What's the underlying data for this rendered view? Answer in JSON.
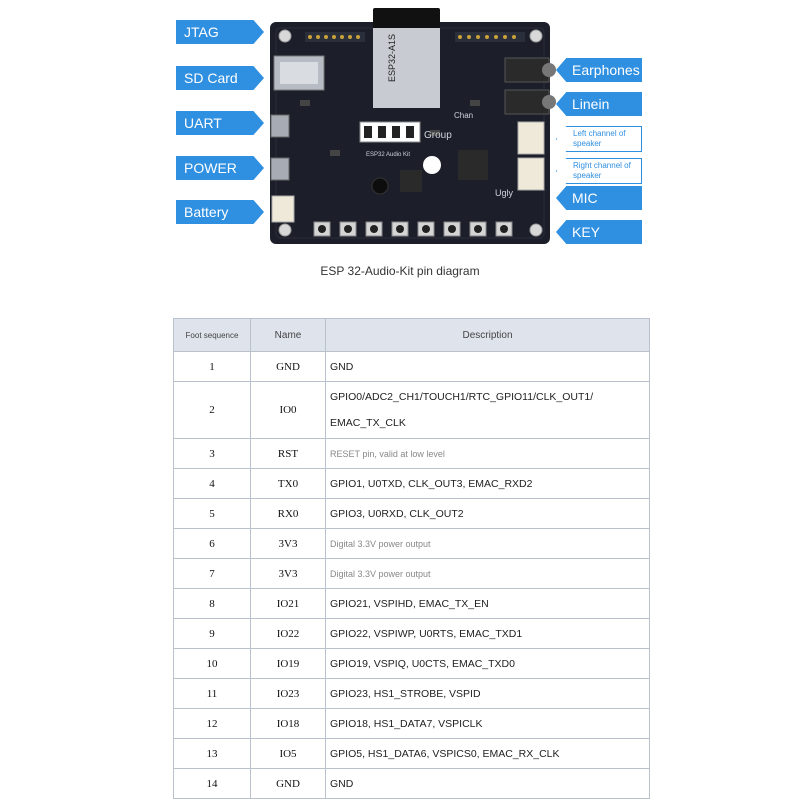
{
  "diagram": {
    "callouts_left": [
      "JTAG",
      "SD Card",
      "UART",
      "POWER",
      "Battery"
    ],
    "callouts_right": [
      "Earphones",
      "Linein",
      "Left channel of speaker",
      "Right channel of speaker",
      "MIC",
      "KEY"
    ],
    "board": {
      "module_text": "ESP32-A1S",
      "board_label": "ESP32 Audio Kit",
      "silk_chan": "Chan",
      "silk_group": "Group",
      "silk_ugly": "Ugly"
    },
    "caption": "ESP 32-Audio-Kit pin diagram"
  },
  "table": {
    "headers": [
      "Foot sequence",
      "Name",
      "Description"
    ],
    "rows": [
      {
        "num": "1",
        "name": "GND",
        "desc": "GND"
      },
      {
        "num": "2",
        "name": "IO0",
        "desc": "GPIO0/ADC2_CH1/TOUCH1/RTC_GPIO11/CLK_OUT1/",
        "desc2": "EMAC_TX_CLK"
      },
      {
        "num": "3",
        "name": "RST",
        "desc": "RESET pin, valid at low level",
        "muted": true
      },
      {
        "num": "4",
        "name": "TX0",
        "desc": "GPIO1, U0TXD, CLK_OUT3, EMAC_RXD2"
      },
      {
        "num": "5",
        "name": "RX0",
        "desc": "GPIO3, U0RXD, CLK_OUT2"
      },
      {
        "num": "6",
        "name": "3V3",
        "desc": "Digital 3.3V power output",
        "muted": true
      },
      {
        "num": "7",
        "name": "3V3",
        "desc": "Digital 3.3V power output",
        "muted": true
      },
      {
        "num": "8",
        "name": "IO21",
        "desc": "GPIO21, VSPIHD, EMAC_TX_EN"
      },
      {
        "num": "9",
        "name": "IO22",
        "desc": "GPIO22, VSPIWP, U0RTS, EMAC_TXD1"
      },
      {
        "num": "10",
        "name": "IO19",
        "desc": "GPIO19, VSPIQ, U0CTS, EMAC_TXD0"
      },
      {
        "num": "11",
        "name": "IO23",
        "desc": "GPIO23, HS1_STROBE, VSPID"
      },
      {
        "num": "12",
        "name": "IO18",
        "desc": "GPIO18, HS1_DATA7, VSPICLK"
      },
      {
        "num": "13",
        "name": "IO5",
        "desc": "GPIO5, HS1_DATA6, VSPICS0, EMAC_RX_CLK"
      },
      {
        "num": "14",
        "name": "GND",
        "desc": "GND"
      }
    ]
  }
}
